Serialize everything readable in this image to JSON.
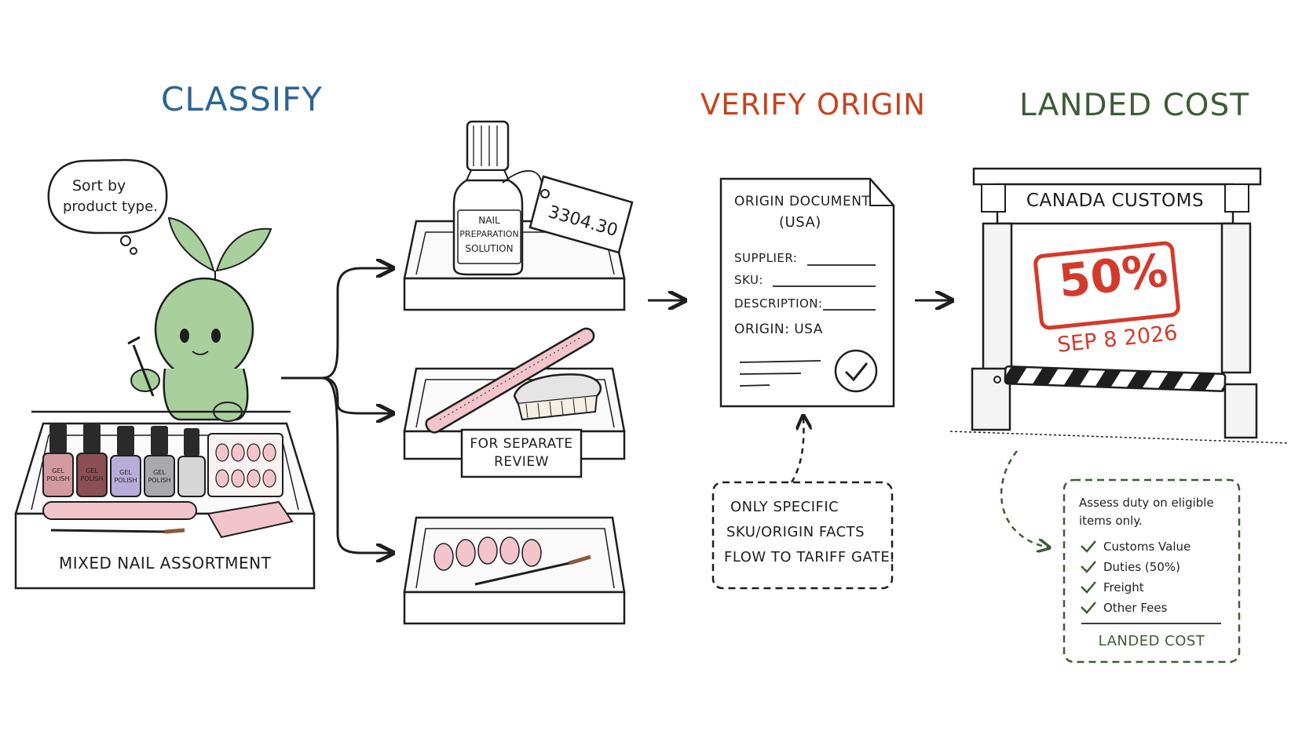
{
  "steps": {
    "classify": {
      "title": "CLASSIFY",
      "color": "#2a6496"
    },
    "verify": {
      "title": "VERIFY ORIGIN",
      "color": "#c8421b"
    },
    "landed": {
      "title": "LANDED COST",
      "color": "#3f5b38"
    }
  },
  "speech_bubble": {
    "line1": "Sort by",
    "line2": "product type."
  },
  "assortment": {
    "label": "MIXED NAIL ASSORTMENT",
    "bottle_labels": [
      "GEL POLISH",
      "GEL POLISH",
      "GEL POLISH",
      "GEL POLISH"
    ]
  },
  "trays": {
    "top": {
      "bottle_label_1": "NAIL",
      "bottle_label_2": "PREPARATION",
      "bottle_label_3": "SOLUTION",
      "tag": "3304.30"
    },
    "middle": {
      "note_line1": "FOR SEPARATE",
      "note_line2": "REVIEW"
    }
  },
  "origin_document": {
    "title_line1": "ORIGIN DOCUMENT",
    "title_line2": "(USA)",
    "fields": [
      "SUPPLIER:",
      "SKU:",
      "DESCRIPTION:"
    ],
    "origin": "ORIGIN: USA"
  },
  "note_box": {
    "line1": "ONLY SPECIFIC",
    "line2": "SKU/ORIGIN FACTS",
    "line3": "FLOW TO TARIFF GATE."
  },
  "customs": {
    "sign": "CANADA CUSTOMS",
    "stamp_rate": "50%",
    "stamp_date": "SEP 8 2026"
  },
  "cost_box": {
    "intro_line1": "Assess duty on eligible",
    "intro_line2": "items only.",
    "items": [
      "Customs Value",
      "Duties (50%)",
      "Freight",
      "Other Fees"
    ],
    "total": "LANDED COST"
  },
  "colors": {
    "ink": "#1e1e1e",
    "sprout": "#a9cf9d",
    "stamp": "#d33a2c",
    "pink": "#f2c5cc"
  }
}
